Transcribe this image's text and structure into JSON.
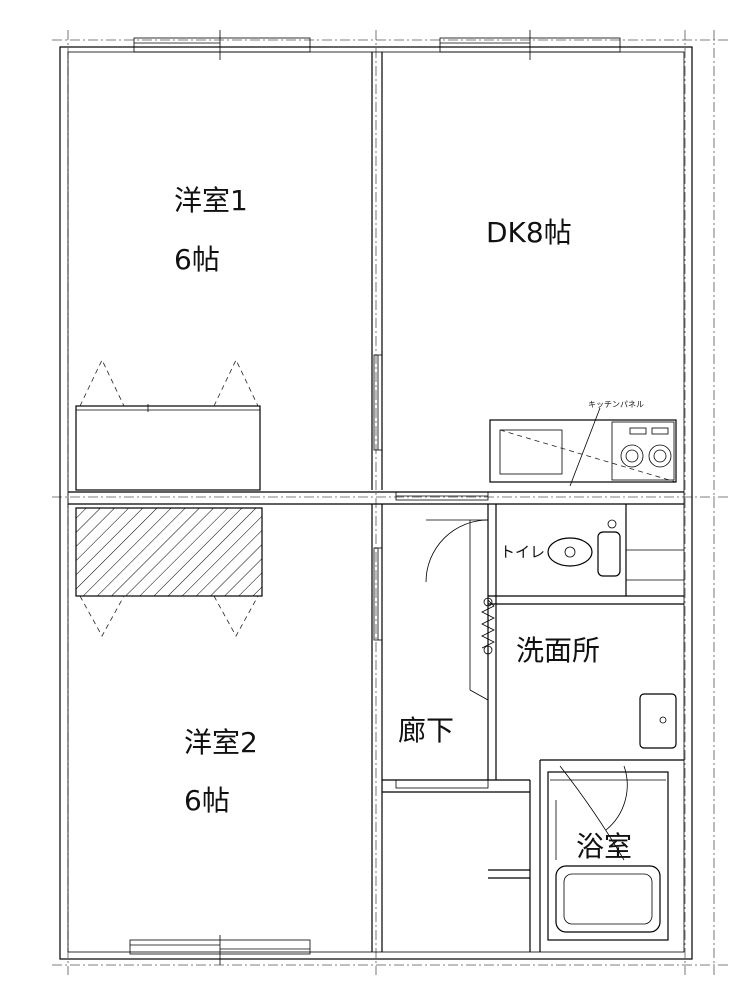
{
  "rooms": {
    "bedroom1_name": "洋室1",
    "bedroom1_size": "6帖",
    "dk": "DK8帖",
    "toilet": "トイレ",
    "washroom": "洗面所",
    "hallway": "廊下",
    "bathroom": "浴室",
    "bedroom2_name": "洋室2",
    "bedroom2_size": "6帖"
  },
  "fixtures": {
    "kitchen_panel": "キッチンパネル"
  }
}
